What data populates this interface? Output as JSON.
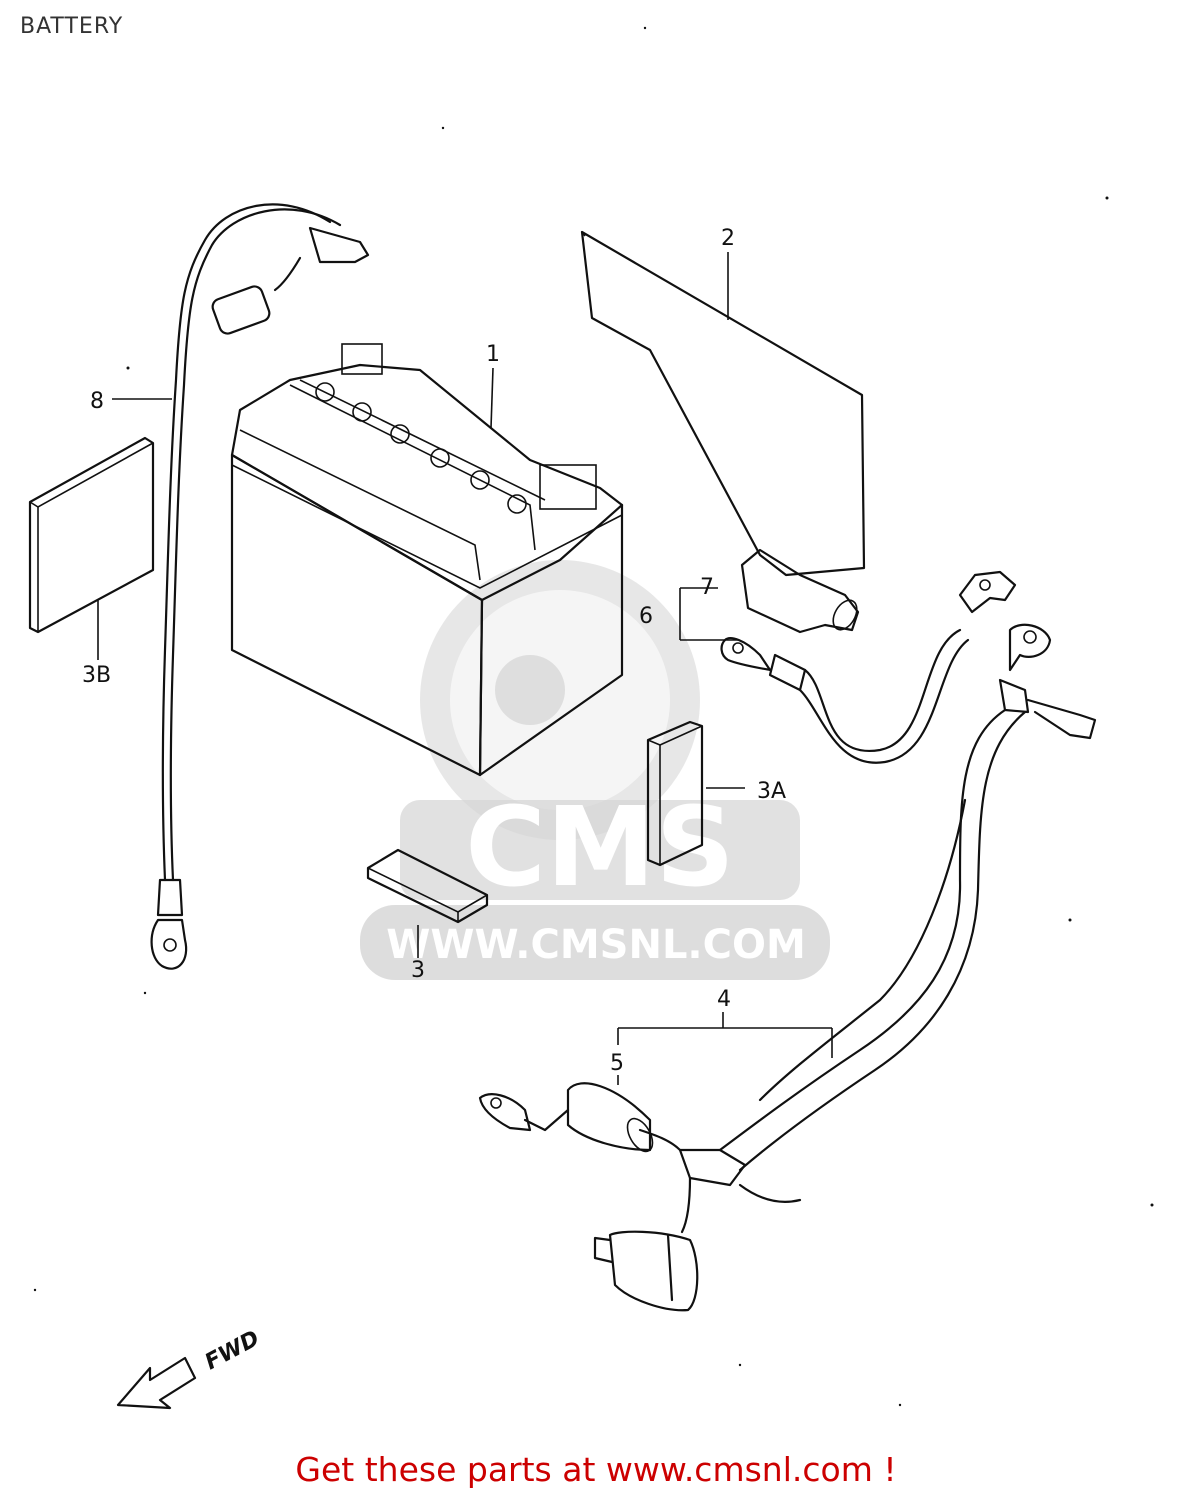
{
  "title": "BATTERY",
  "callouts": {
    "c1": "1",
    "c2": "2",
    "c3": "3",
    "c3a": "3A",
    "c3b": "3B",
    "c4": "4",
    "c5": "5",
    "c6": "6",
    "c7": "7",
    "c8": "8"
  },
  "fwd": "FWD",
  "watermark": {
    "logo": "CMS",
    "url": "WWW.CMSNL.COM"
  },
  "footer": {
    "text": "Get these parts at www.cmsnl.com !",
    "color": "#cc0000"
  },
  "colors": {
    "lines": "#111111",
    "watermark": "#d4d4d4"
  }
}
